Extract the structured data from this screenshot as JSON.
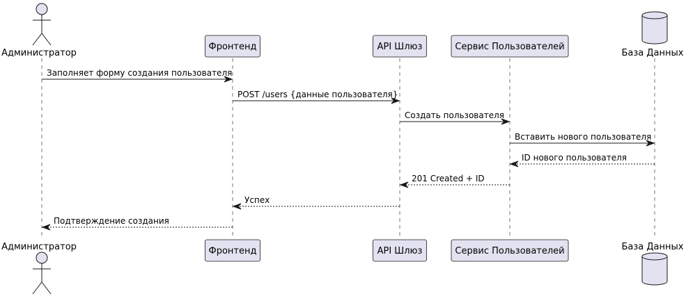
{
  "participants": [
    {
      "id": "admin",
      "label": "Администратор",
      "kind": "actor"
    },
    {
      "id": "frontend",
      "label": "Фронтенд",
      "kind": "participant"
    },
    {
      "id": "gateway",
      "label": "API Шлюз",
      "kind": "participant"
    },
    {
      "id": "userservice",
      "label": "Сервис Пользователей",
      "kind": "participant"
    },
    {
      "id": "db",
      "label": "База Данных",
      "kind": "database"
    }
  ],
  "messages": [
    {
      "from": "admin",
      "to": "frontend",
      "label": "Заполняет форму создания пользователя",
      "style": "solid"
    },
    {
      "from": "frontend",
      "to": "gateway",
      "label": "POST /users {данные пользователя}",
      "style": "solid"
    },
    {
      "from": "gateway",
      "to": "userservice",
      "label": "Создать пользователя",
      "style": "solid"
    },
    {
      "from": "userservice",
      "to": "db",
      "label": "Вставить нового пользователя",
      "style": "solid"
    },
    {
      "from": "db",
      "to": "userservice",
      "label": "ID нового пользователя",
      "style": "dashed"
    },
    {
      "from": "userservice",
      "to": "gateway",
      "label": "201 Created + ID",
      "style": "dashed"
    },
    {
      "from": "gateway",
      "to": "frontend",
      "label": "Успех",
      "style": "dashed"
    },
    {
      "from": "frontend",
      "to": "admin",
      "label": "Подтверждение создания",
      "style": "dashed"
    }
  ],
  "colors": {
    "participant_fill": "#E2E2F0",
    "line": "#181818"
  }
}
